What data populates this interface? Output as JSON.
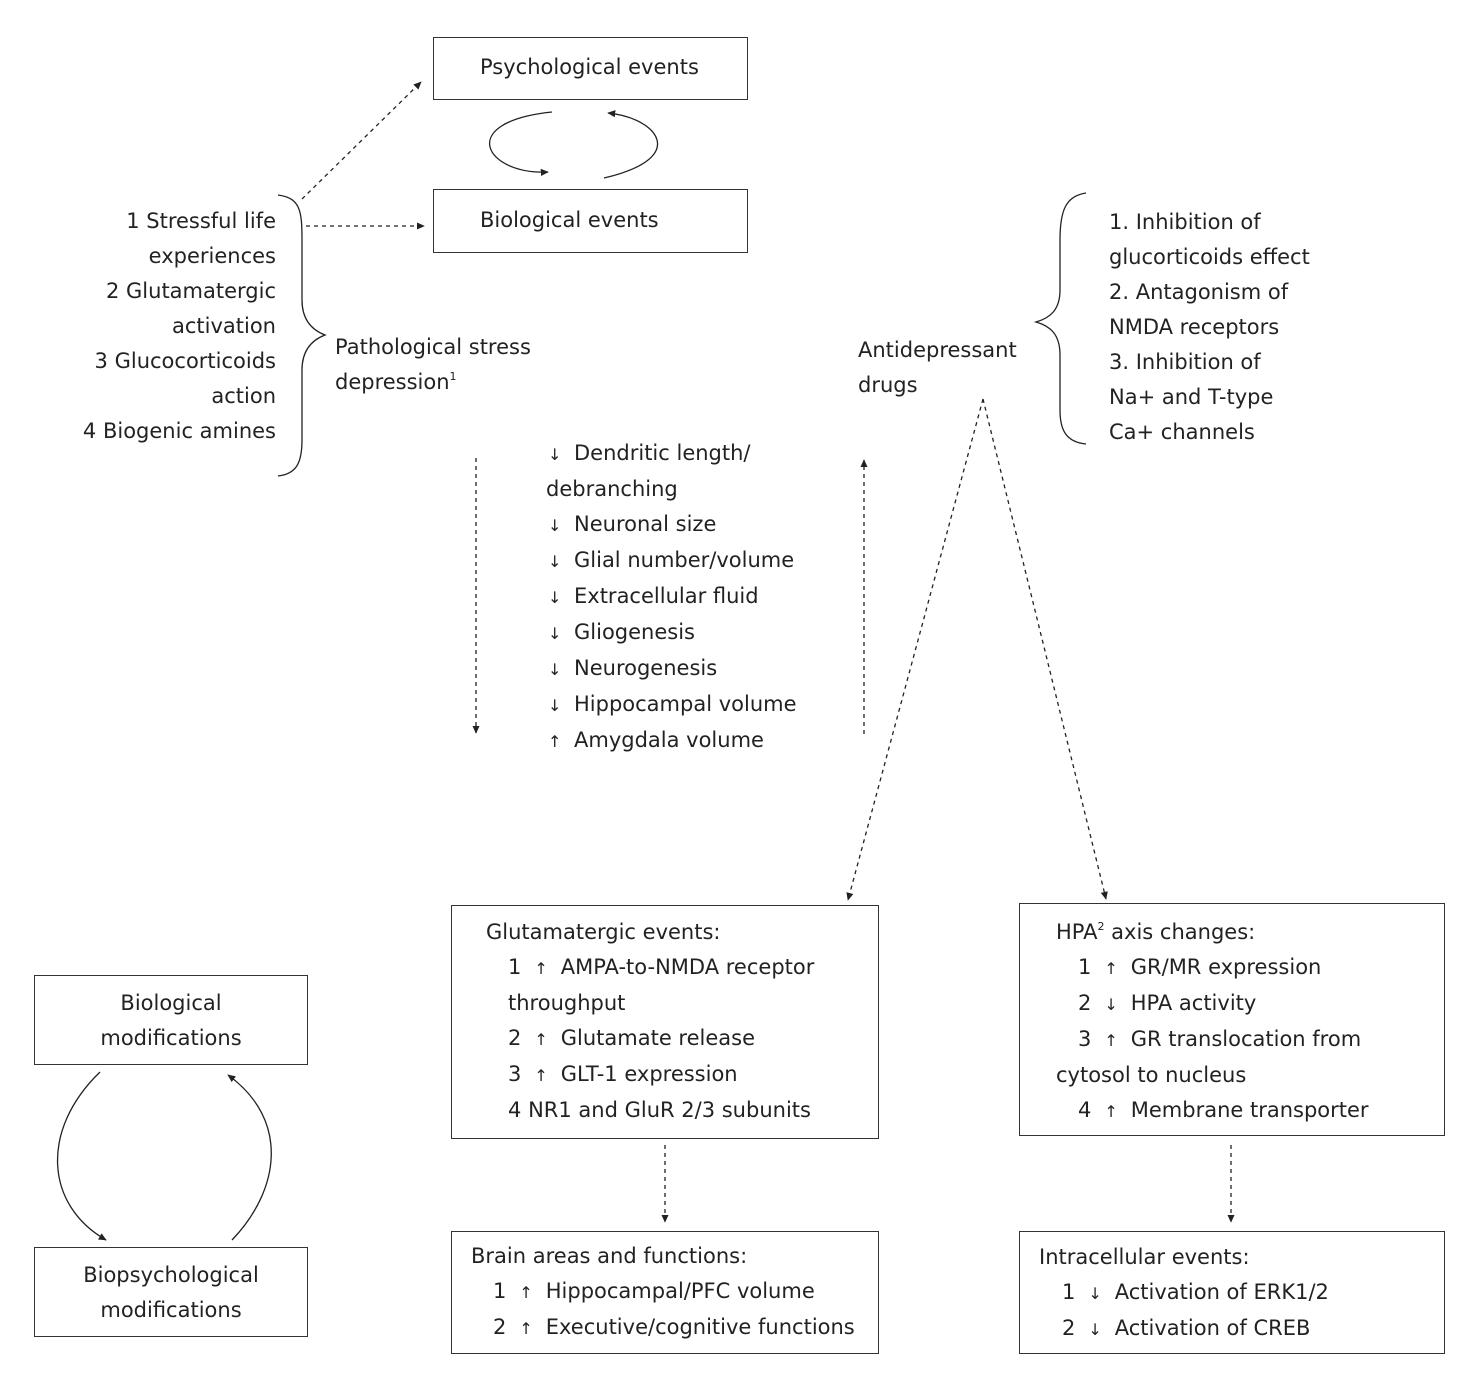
{
  "top": {
    "psychological_events": "Psychological events",
    "biological_events": "Biological events"
  },
  "causes": [
    "1 Stressful life",
    "experiences",
    "2 Glutamatergic",
    "activation",
    "3 Glucocorticoids",
    "action",
    "4 Biogenic amines"
  ],
  "pathological": {
    "line1": "Pathological stress",
    "line2": "depression",
    "sup": "1"
  },
  "changes": [
    {
      "arrow": "↓",
      "text": "Dendritic length/"
    },
    {
      "arrow": "",
      "text": "debranching"
    },
    {
      "arrow": "↓",
      "text": "Neuronal size"
    },
    {
      "arrow": "↓",
      "text": "Glial number/volume"
    },
    {
      "arrow": "↓",
      "text": "Extracellular fluid"
    },
    {
      "arrow": "↓",
      "text": "Gliogenesis"
    },
    {
      "arrow": "↓",
      "text": "Neurogenesis"
    },
    {
      "arrow": "↓",
      "text": "Hippocampal volume"
    },
    {
      "arrow": "↑",
      "text": "Amygdala volume"
    }
  ],
  "antidepressant": {
    "line1": "Antidepressant",
    "line2": "drugs"
  },
  "mechanisms": [
    "1. Inhibition of",
    "glucorticoids effect",
    "2. Antagonism of",
    "NMDA receptors",
    "3. Inhibition of",
    "Na+ and T-type",
    "Ca+ channels"
  ],
  "glutamatergic": {
    "title": "Glutamatergic events:",
    "lines": [
      {
        "num": "1",
        "arrow": "↑",
        "text": "AMPA-to-NMDA receptor"
      },
      {
        "num": "",
        "arrow": "",
        "text": "throughput"
      },
      {
        "num": "2",
        "arrow": "↑",
        "text": "Glutamate release"
      },
      {
        "num": "3",
        "arrow": "↑",
        "text": "GLT-1 expression"
      },
      {
        "num": "4",
        "arrow": "",
        "text": "NR1 and GluR 2/3 subunits"
      }
    ]
  },
  "hpa": {
    "title_prefix": "HPA",
    "title_sup": "2",
    "title_suffix": " axis changes:",
    "lines": [
      {
        "num": "1",
        "arrow": "↑",
        "text": "GR/MR expression"
      },
      {
        "num": "2",
        "arrow": "↓",
        "text": "HPA activity"
      },
      {
        "num": "3",
        "arrow": "↑",
        "text": "GR translocation from"
      },
      {
        "num": "",
        "arrow": "",
        "text": "cytosol to nucleus"
      },
      {
        "num": "4",
        "arrow": "↑",
        "text": "Membrane transporter"
      }
    ]
  },
  "brain": {
    "title": "Brain areas and functions:",
    "lines": [
      {
        "num": "1",
        "arrow": "↑",
        "text": "Hippocampal/PFC volume"
      },
      {
        "num": "2",
        "arrow": "↑",
        "text": "Executive/cognitive functions"
      }
    ]
  },
  "intracellular": {
    "title": "Intracellular events:",
    "lines": [
      {
        "num": "1",
        "arrow": "↓",
        "text": "Activation of ERK1/2"
      },
      {
        "num": "2",
        "arrow": "↓",
        "text": "Activation of CREB"
      }
    ]
  },
  "bottom_left": {
    "bio_line1": "Biological",
    "bio_line2": "modifications",
    "biopsy_line1": "Biopsychological",
    "biopsy_line2": "modifications"
  }
}
